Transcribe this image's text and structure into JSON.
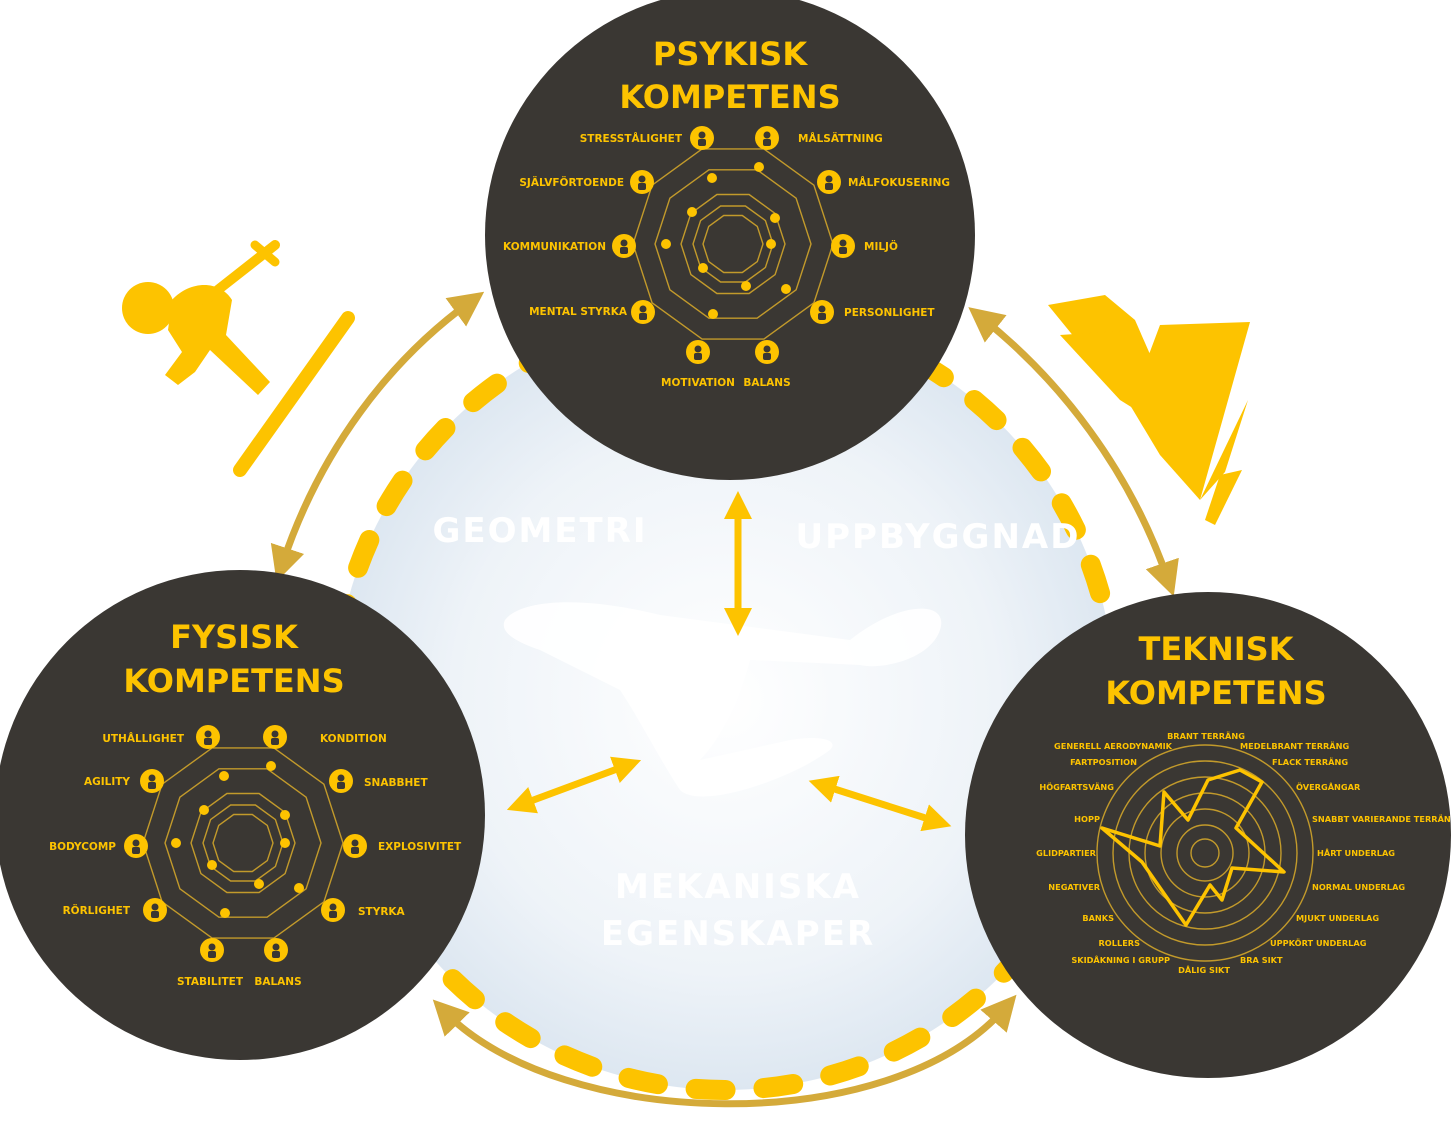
{
  "colors": {
    "circle": "#3a3733",
    "accent": "#fdc300",
    "gold_line": "#c29a2b",
    "arrow_ring": "#d4aa3a",
    "center_fill": "#e8f0f7",
    "center_text": "#ffffff"
  },
  "center": {
    "label_geometri": "GEOMETRI",
    "label_uppbyggnad": "UPPBYGGNAD",
    "label_mek_line1": "MEKANISKA",
    "label_mek_line2": "EGENSKAPER",
    "icon": "snowboard-binding-icon"
  },
  "decorations": {
    "left_icon": "skier-icon",
    "right_icon": "mountains-icon"
  },
  "psykisk": {
    "title_line1": "PSYKISK",
    "title_line2": "KOMPETENS",
    "items": [
      {
        "label": "STRESSTÅLIGHET",
        "icon": "brain-icon"
      },
      {
        "label": "MÅLSÄTTNING",
        "icon": "target-gear-icon"
      },
      {
        "label": "SJÄLVFÖRTOENDE",
        "icon": "person-icon"
      },
      {
        "label": "MÅLFOKUSERING",
        "icon": "focus-target-icon"
      },
      {
        "label": "KOMMUNIKATION",
        "icon": "people-talk-icon"
      },
      {
        "label": "MILJÖ",
        "icon": "environment-icon"
      },
      {
        "label": "MENTAL STYRKA",
        "icon": "mental-strength-icon"
      },
      {
        "label": "PERSONLIGHET",
        "icon": "personality-icon"
      },
      {
        "label": "MOTIVATION",
        "icon": "motivation-icon"
      },
      {
        "label": "BALANS",
        "icon": "balance-icon"
      }
    ]
  },
  "fysisk": {
    "title_line1": "FYSISK",
    "title_line2": "KOMPETENS",
    "items": [
      {
        "label": "UTHÅLLIGHET",
        "icon": "endurance-icon"
      },
      {
        "label": "KONDITION",
        "icon": "runner-icon"
      },
      {
        "label": "AGILITY",
        "icon": "agility-icon"
      },
      {
        "label": "SNABBHET",
        "icon": "sprinter-icon"
      },
      {
        "label": "BODYCOMP",
        "icon": "body-composition-icon"
      },
      {
        "label": "EXPLOSIVITET",
        "icon": "weightlift-icon"
      },
      {
        "label": "RÖRLIGHET",
        "icon": "mobility-icon"
      },
      {
        "label": "STYRKA",
        "icon": "strength-icon"
      },
      {
        "label": "STABILITET",
        "icon": "stability-ball-icon"
      },
      {
        "label": "BALANS",
        "icon": "balance-icon"
      }
    ]
  },
  "teknisk": {
    "title_line1": "TEKNISK",
    "title_line2": "KOMPETENS",
    "radar_labels": [
      "BRANT TERRÄNG",
      "MEDELBRANT TERRÄNG",
      "FLACK TERRÄNG",
      "ÖVERGÅNGAR",
      "SNABBT VARIERANDE TERRÄNG",
      "HÅRT UNDERLAG",
      "NORMAL UNDERLAG",
      "MJUKT UNDERLAG",
      "UPPKÖRT UNDERLAG",
      "BRA SIKT",
      "DÅLIG SIKT",
      "SKIDÅKNING I GRUPP",
      "ROLLERS",
      "BANKS",
      "NEGATIVER",
      "GLIDPARTIER",
      "HOPP",
      "HÖGFARTSVÄNG",
      "FARTPOSITION",
      "GENERELL AERODYNAMIK"
    ]
  }
}
